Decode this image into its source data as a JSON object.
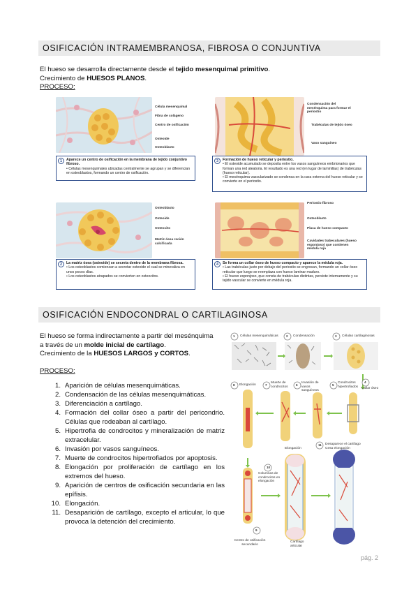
{
  "section1": {
    "heading": "OSIFICACIÓN INTRAMEMBRANOSA, FIBROSA O CONJUNTIVA",
    "line1_pre": "El hueso se desarrolla directamente desde el ",
    "line1_bold": "tejido mesenquimal primitivo",
    "line1_post": ".",
    "line2_pre": "Crecimiento de ",
    "line2_bold": "HUESOS PLANOS",
    "line2_post": ".",
    "proceso": "PROCESO:"
  },
  "figure1": {
    "panel1": {
      "labels": [
        "Célula mesenquimal",
        "Fibra de colágeno",
        "Centro de osificación",
        "Osteoide",
        "Osteoblasto"
      ],
      "num": "1",
      "title": "Aparece un centro de osificación en la membrana de tejido conjuntivo fibroso.",
      "bullet": "• Células mesenquimales ubicadas centralmente se agrupan y se diferencian en osteoblastos, formando un centro de osificación."
    },
    "panel2": {
      "labels": [
        "Osteoblasto",
        "Osteoide",
        "Osteocito",
        "Matriz ósea recién calcificada"
      ],
      "num": "2",
      "title": "La matriz ósea (osteoide) se secreta dentro de la membrana fibrosa.",
      "bullet1": "• Los osteoblastos comienzan a secretar osteoide el cual se mineraliza en unos pocos días.",
      "bullet2": "• Los osteoblastos atrapados se convierten en osteocitos."
    },
    "panel3": {
      "labels": [
        "Condensación del mesénquima para formar el periostio",
        "Trabéculas de tejido óseo",
        "Vaso sanguíneo"
      ],
      "num": "3",
      "title": "Formación de hueso reticular y periostio.",
      "bullet1": "• El osteoide acumulado se deposita entre los vasos sanguíneos embrionarios que forman una red aleatoria. El resultado es una red (en lugar de laminillas) de trabéculas (hueso reticular).",
      "bullet2": "• El mesénquima vascularizado se condensa en la cara externa del hueso reticular y se convierte en el periostio."
    },
    "panel4": {
      "labels": [
        "Periostio fibroso",
        "Osteoblasto",
        "Placa de hueso compacto",
        "Cavidades trabeculares (hueso esponjoso) que contienen médula roja"
      ],
      "num": "4",
      "title": "Se forma un collar óseo de hueso compacto y aparece la médula roja.",
      "bullet1": "• Las trabéculas justo por debajo del periostio se engrosan, formando un collar óseo reticular que luego se reemplaza con hueso laminar maduro.",
      "bullet2": "• El hueso esponjoso, que consta de trabéculas distintas, persiste internamente y su tejido vascular se convierte en médula roja."
    }
  },
  "section2": {
    "heading": "OSIFICACIÓN ENDOCONDRAL O CARTILAGINOSA",
    "line1": "El hueso se forma indirectamente a partir del mesénquima",
    "line2_pre": "a través de un ",
    "line2_bold": "molde inicial de cartílago",
    "line2_post": ".",
    "line3_pre": "Crecimiento de la ",
    "line3_bold": "HUESOS LARGOS y CORTOS",
    "line3_post": ".",
    "proceso": "PROCESO:",
    "steps": [
      {
        "n": "1.",
        "t": "Aparición de células mesenquimáticas."
      },
      {
        "n": "2.",
        "t": "Condensación de las células mesenquimáticas."
      },
      {
        "n": "3.",
        "t": "Diferenciación a cartílago."
      },
      {
        "n": "4.",
        "t": "Formación del collar óseo a partir del pericondrio. Células que rodeaban al cartílago."
      },
      {
        "n": "5.",
        "t": "Hipertrofia de condrocitos y mineralización de matriz extracelular."
      },
      {
        "n": "6.",
        "t": "Invasión por vasos sanguíneos."
      },
      {
        "n": "7.",
        "t": "Muerte de condrocitos hipertrofiados por apoptosis."
      },
      {
        "n": "8.",
        "t": "Elongación por proliferación de cartílago en los extremos del hueso."
      },
      {
        "n": "9.",
        "t": "Aparición de centros de osificación secundaria en las epífisis."
      },
      {
        "n": "10.",
        "t": "Elongación."
      },
      {
        "n": "11.",
        "t": "Desaparición de cartílago, excepto el articular, lo que provoca la detención del crecimiento."
      }
    ]
  },
  "figure2": {
    "top_labels": [
      "Células mesenquimáticas",
      "Condensación",
      "Células cartilaginosas"
    ],
    "top_nums": [
      "1",
      "2",
      "3"
    ],
    "mid_labels": [
      "Elongación",
      "Muerte de condrocitos",
      "Invasión de vasos sanguíneos",
      "Condrocitos hipertrofiados",
      "Collar óseo"
    ],
    "mid_nums": [
      "8",
      "7",
      "6",
      "5",
      "4"
    ],
    "bottom_labels": [
      "Elongación",
      "Desaparece el cartílago Cesa elongación",
      "Columnas de condrocitos en elongación",
      "Centro de osificación secundario",
      "Cartílago articular"
    ],
    "bottom_nums": [
      "11",
      "10",
      "9"
    ]
  },
  "page": "pág. 2"
}
